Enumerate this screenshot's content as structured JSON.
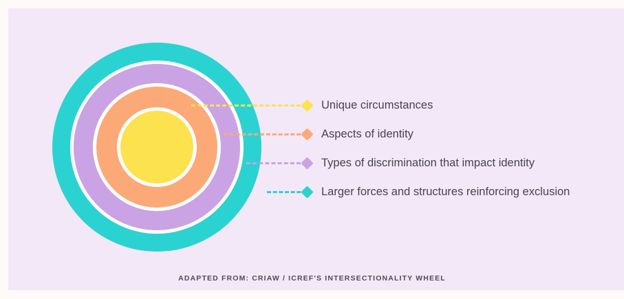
{
  "figure": {
    "background_color": "#fefaf7",
    "panel_color": "#f3e8f7",
    "caption": "ADAPTED FROM: CRIAW / ICREF'S INTERSECTIONALITY WHEEL"
  },
  "chart_data": {
    "type": "pie",
    "title": "",
    "subtitle": "",
    "variant": "concentric-rings",
    "center": [
      228,
      214
    ],
    "separator_color": "#ffffff",
    "text_color": "#474351",
    "rings": [
      {
        "level": 1,
        "name": "core",
        "label": "Unique circumstances",
        "color": "#fde24f",
        "radius": 53,
        "marker": "diamond",
        "leader_line": "dashed"
      },
      {
        "level": 2,
        "name": "inner",
        "label": "Aspects of identity",
        "color": "#fca978",
        "radius": 88,
        "marker": "diamond",
        "leader_line": "dashed"
      },
      {
        "level": 3,
        "name": "middle",
        "label": "Types of discrimination that impact identity",
        "color": "#c9a3e3",
        "radius": 121,
        "marker": "diamond",
        "leader_line": "dashed"
      },
      {
        "level": 4,
        "name": "outer",
        "label": "Larger forces and structures reinforcing exclusion",
        "color": "#2bd2d2",
        "radius": 152,
        "marker": "diamond",
        "leader_line": "dashed"
      }
    ]
  }
}
